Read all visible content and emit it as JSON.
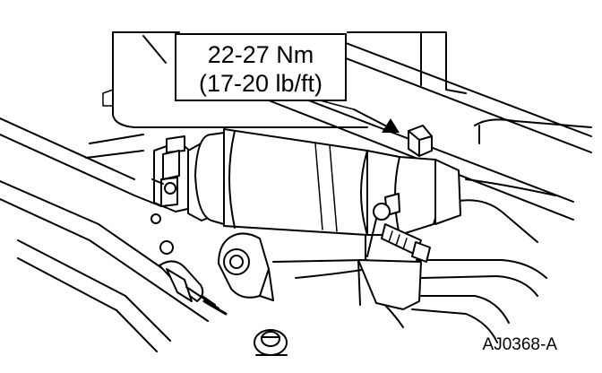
{
  "callout": {
    "torque_metric": "22-27 Nm",
    "torque_imperial": "(17-20 lb/ft)"
  },
  "figure_id": "AJ0368-A",
  "icons": {
    "direction_arrow": "arrow-icon",
    "bolt": "bolt-icon"
  }
}
